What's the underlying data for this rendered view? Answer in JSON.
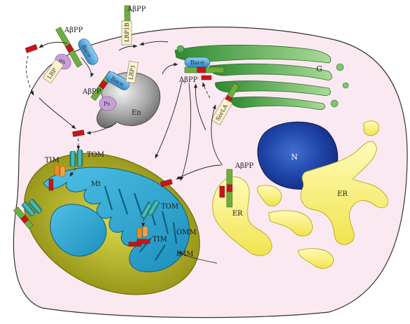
{
  "figure": {
    "labels": {
      "abpp": "AβPP",
      "tom": "TOM",
      "tim": "TIM",
      "mt": "Mt",
      "omm": "OMM",
      "imm": "IMM",
      "en": "En",
      "g": "G",
      "n": "N",
      "er": "ER",
      "bace": "Bace",
      "ps": "Ps",
      "lrp": "LRP",
      "lrp1": "LRP1",
      "lrp1b": "LRP1B",
      "sorla": "SorLA"
    },
    "colors": {
      "cell_fill": "#fbe9f1",
      "cell_stroke": "#333333",
      "abpp_green": "#6fae3e",
      "abpp_red": "#c8141b",
      "bace_blue": "#4fa3dc",
      "ps_purple": "#c7a0d8",
      "lrp_box": "#fbf3c8",
      "mito_outer": "#b4b324",
      "mito_inner": "#2aa3c9",
      "tom_teal": "#1f9a95",
      "tim_orange": "#f08a1c",
      "golgi_green": "#3f9a3a",
      "nucleus_blue": "#1c3f9e",
      "er_yellow": "#f7ec6a",
      "endosome_gray": "#9a9a9a"
    }
  }
}
